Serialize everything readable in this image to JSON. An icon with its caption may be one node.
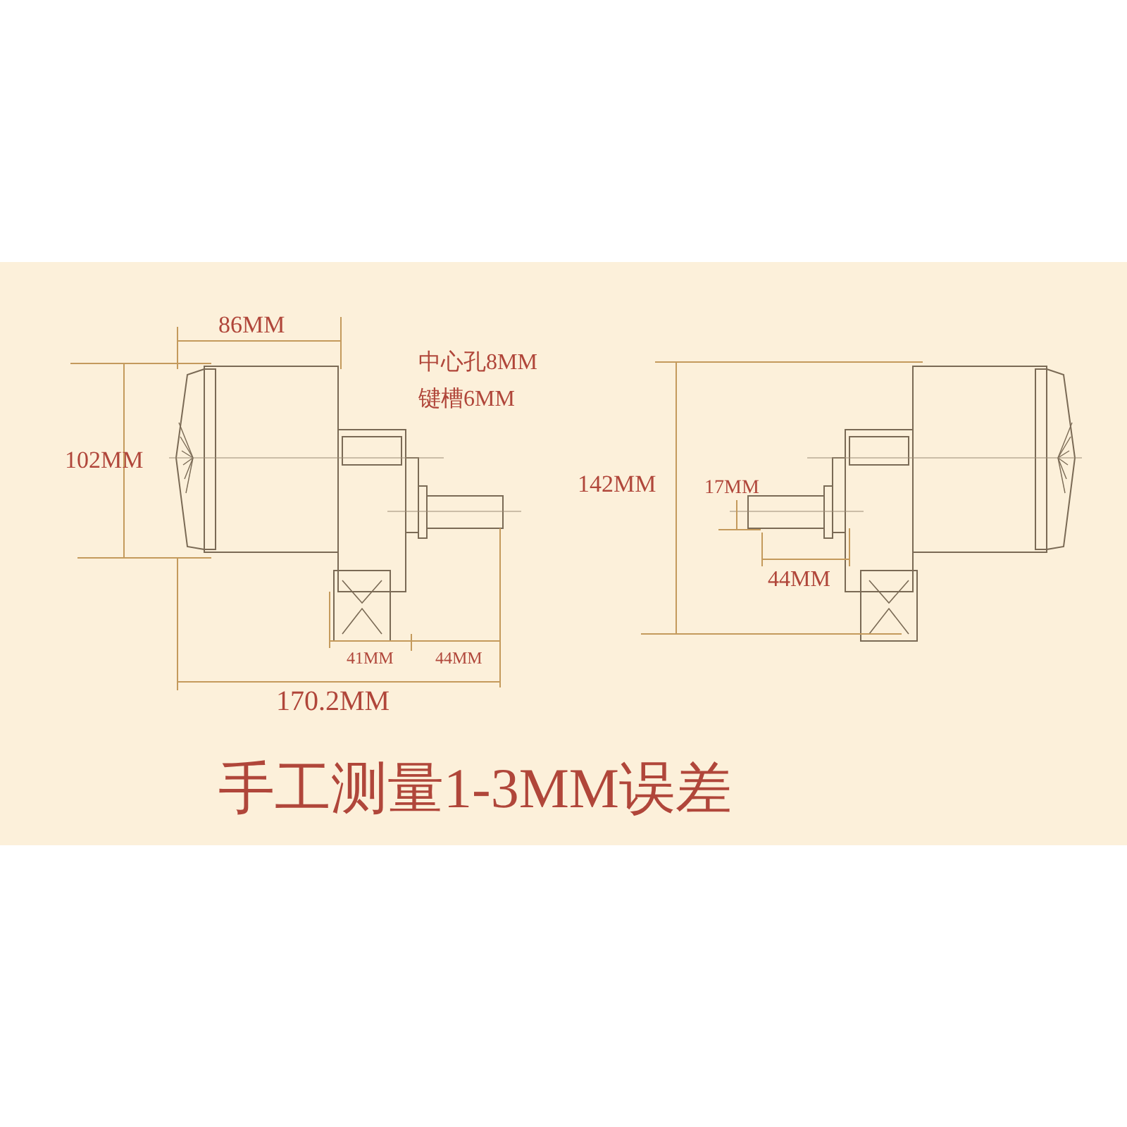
{
  "diagram": {
    "labels": [
      "86MM",
      "中心孔8MM",
      "键槽6MM",
      "102MM",
      "142MM",
      "17MM",
      "44MM",
      "41MM",
      "44MM",
      "170.2MM",
      "手工测量1-3MM误差"
    ]
  }
}
